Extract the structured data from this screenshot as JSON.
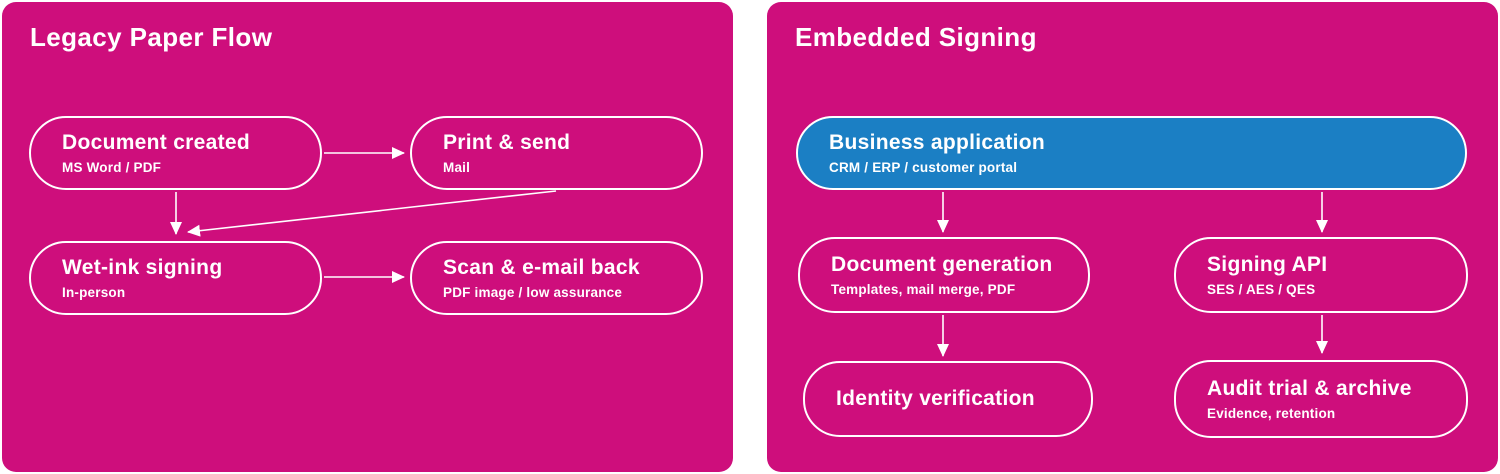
{
  "colors": {
    "magenta": "#CE0E7C",
    "blue": "#1B7FC4",
    "stroke": "#FFFFFF",
    "text": "#FFFFFF",
    "page_background": "#FFFFFF"
  },
  "left_panel": {
    "title": "Legacy Paper Flow",
    "nodes": [
      {
        "title": "Document created",
        "subtitle": "MS Word / PDF"
      },
      {
        "title": "Print & send",
        "subtitle": "Mail"
      },
      {
        "title": "Wet-ink signing",
        "subtitle": "In-person"
      },
      {
        "title": "Scan & e-mail back",
        "subtitle": "PDF image / low assurance"
      }
    ],
    "edges": [
      {
        "from": "Document created",
        "to": "Print & send"
      },
      {
        "from": "Document created",
        "to": "Wet-ink signing"
      },
      {
        "from": "Print & send",
        "to": "Wet-ink signing"
      },
      {
        "from": "Wet-ink signing",
        "to": "Scan & e-mail back"
      }
    ]
  },
  "right_panel": {
    "title": "Embedded Signing",
    "nodes": [
      {
        "title": "Business application",
        "subtitle": "CRM / ERP / customer portal"
      },
      {
        "title": "Document generation",
        "subtitle": "Templates, mail merge, PDF"
      },
      {
        "title": "Signing API",
        "subtitle": "SES / AES / QES"
      },
      {
        "title": "Identity verification",
        "subtitle": ""
      },
      {
        "title": "Audit trial & archive",
        "subtitle": "Evidence, retention"
      }
    ],
    "edges": [
      {
        "from": "Business application",
        "to": "Document generation"
      },
      {
        "from": "Business application",
        "to": "Signing API"
      },
      {
        "from": "Document generation",
        "to": "Identity verification"
      },
      {
        "from": "Signing API",
        "to": "Audit trial & archive"
      }
    ]
  }
}
